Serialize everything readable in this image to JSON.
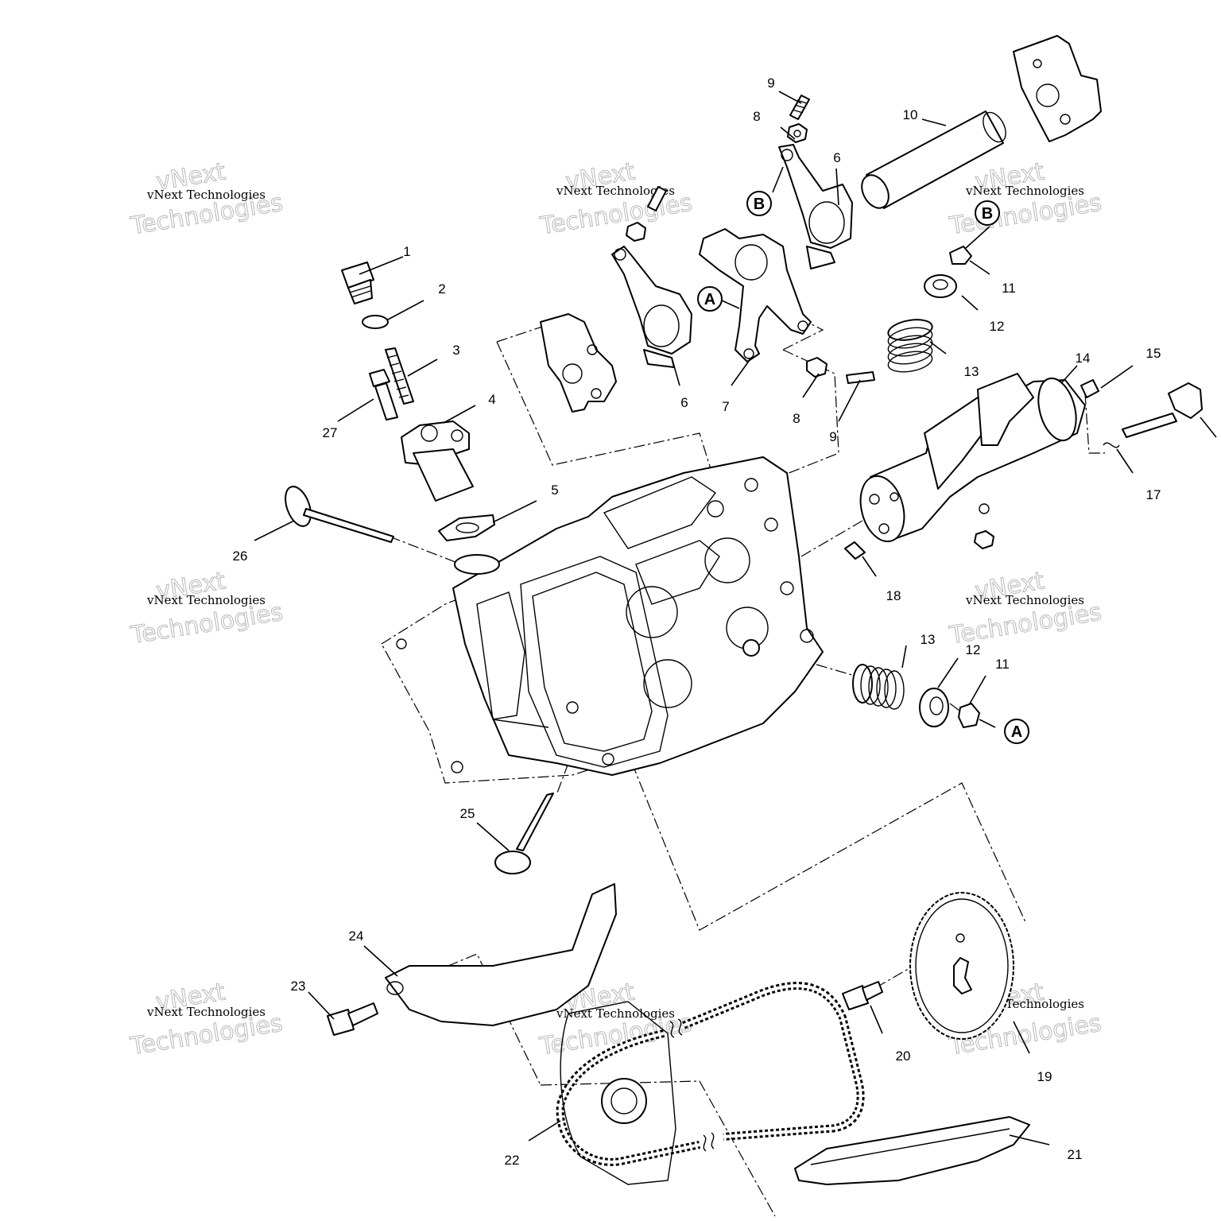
{
  "callouts": {
    "c1": "1",
    "c2": "2",
    "c3": "3",
    "c4": "4",
    "c5": "5",
    "c6a": "6",
    "c6b": "6",
    "c7": "7",
    "c8a": "8",
    "c8b": "8",
    "c9a": "9",
    "c9b": "9",
    "c10": "10",
    "c11a": "11",
    "c11b": "11",
    "c12a": "12",
    "c12b": "12",
    "c13a": "13",
    "c13b": "13",
    "c14": "14",
    "c15": "15",
    "c17": "17",
    "c18": "18",
    "c19": "19",
    "c20": "20",
    "c21": "21",
    "c22": "22",
    "c23": "23",
    "c24": "24",
    "c25": "25",
    "c26": "26",
    "c27": "27"
  },
  "references": {
    "a": "A",
    "b": "B"
  },
  "watermark": {
    "line1": "vNext Technologies",
    "line2": "vNext",
    "line3": "Technologies"
  }
}
